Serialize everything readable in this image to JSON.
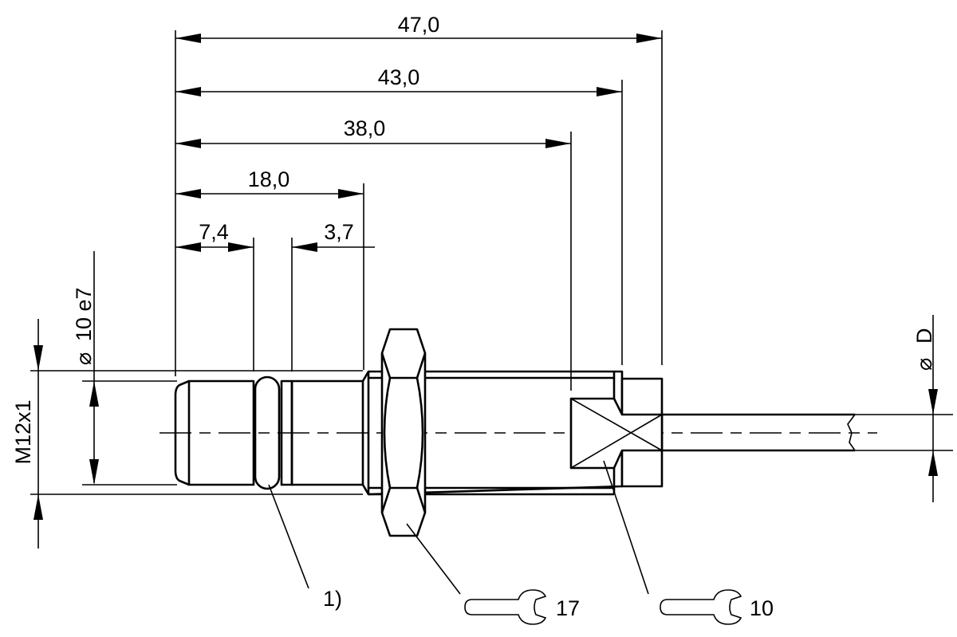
{
  "title": "Sensor dimension drawing",
  "dimensions": {
    "overall_length": "47,0",
    "length_43": "43,0",
    "length_38": "38,0",
    "length_18": "18,0",
    "length_7_4": "7,4",
    "length_3_7": "3,7",
    "thread": "M12x1",
    "diameter_body": "10 e7",
    "diameter_cable": "D",
    "diameter_symbol": "⌀"
  },
  "callouts": {
    "note_1": "1)",
    "wrench_size_nut": "17",
    "wrench_size_end": "10"
  },
  "colors": {
    "line": "#000000",
    "background": "#ffffff"
  }
}
